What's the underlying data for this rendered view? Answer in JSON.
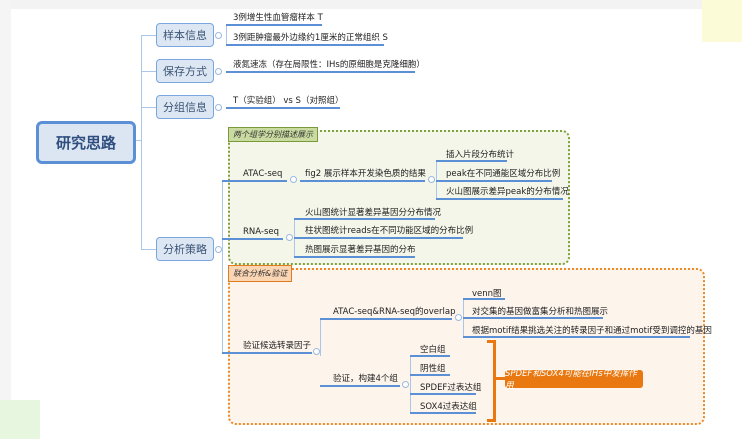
{
  "root": "研究思路",
  "branches": {
    "sample": {
      "label": "样本信息",
      "children": [
        "3例增生性血管瘤样本 T",
        "3例距肿瘤最外边缘约1厘米的正常组织  S"
      ]
    },
    "storage": {
      "label": "保存方式",
      "children": [
        "液氮速冻（存在局限性：IHs的原细胞是克隆细胞）"
      ]
    },
    "group": {
      "label": "分组信息",
      "children": [
        "T（实验组） vs S（对照组）"
      ]
    },
    "strategy": {
      "label": "分析策略",
      "omics_box": {
        "label": "两个组学分别描述展示",
        "atac": {
          "label": "ATAC-seq",
          "child": "fig2 展示样本开发染色质的结果",
          "grandchildren": [
            "插入片段分布统计",
            "peak在不同通能区域分布比例",
            "火山图展示差异peak的分布情况"
          ]
        },
        "rna": {
          "label": "RNA-seq",
          "children": [
            "火山图统计显著差异基因分分布情况",
            "柱状图统计reads在不同功能区域的分布比例",
            "热图展示显著差异基因的分布"
          ]
        }
      },
      "joint_box": {
        "label": "联合分析&验证",
        "node": "验证候选转录因子",
        "overlap": {
          "label": "ATAC-seq&RNA-seq的overlap",
          "children": [
            "venn图",
            "对交集的基因做富集分析和热图展示",
            "根据motif结果挑选关注的转录因子和通过motif受到调控的基因"
          ]
        },
        "validate": {
          "label": "验证，构建4个组",
          "children": [
            "空白组",
            "阴性组",
            "SPDEF过表达组",
            "SOX4过表达组"
          ]
        },
        "callout": "SPDEF和SOX4可能在IHs中发挥作用"
      }
    }
  },
  "colors": {
    "node_border": "#5b8fd6",
    "omics_box": "#7fa03a",
    "joint_box": "#ec8a2a",
    "callout": "#e8780f"
  }
}
